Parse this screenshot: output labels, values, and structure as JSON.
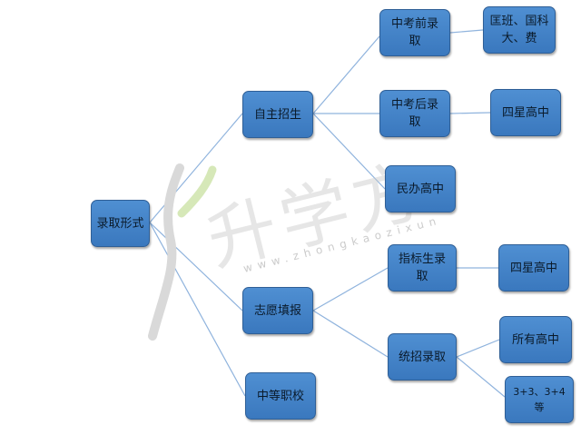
{
  "diagram": {
    "root": "录取形式",
    "branches": [
      {
        "label": "自主招生",
        "children": [
          {
            "label": "中考前录取",
            "children": [
              "匡班、国科大、费"
            ]
          },
          {
            "label": "中考后录取",
            "children": [
              "四星高中"
            ]
          },
          {
            "label": "民办高中",
            "children": []
          }
        ]
      },
      {
        "label": "志愿填报",
        "children": [
          {
            "label": "指标生录取",
            "children": [
              "四星高中"
            ]
          },
          {
            "label": "统招录取",
            "children": [
              "所有高中",
              "3+3、3+4等"
            ]
          }
        ]
      },
      {
        "label": "中等职校",
        "children": []
      }
    ]
  },
  "watermark": {
    "brand": "升学方",
    "url": "www.zhongkaozixun"
  },
  "colors": {
    "node_fill": "#4a89cc",
    "node_border": "#2f5f96",
    "connector": "#8fb3dd"
  }
}
